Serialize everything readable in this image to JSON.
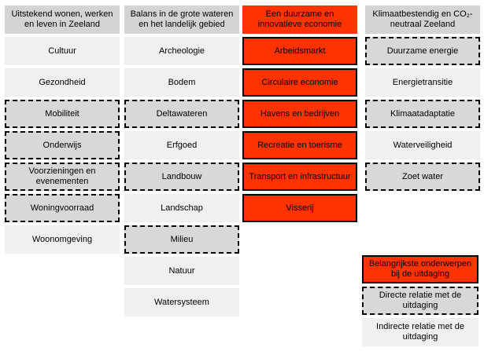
{
  "diagram": {
    "title": "Zeeland uitdagingen matrix",
    "colors": {
      "primary": "#ff3300",
      "header_gray": "#d4d4d4",
      "direct_gray": "#d8d8d8",
      "indirect_gray": "#f0f0f0",
      "border": "#000000",
      "background": "#ffffff"
    },
    "columns": [
      {
        "id": "wonen-werken-leven",
        "header": "Uitstekend wonen, werken en leven in Zeeland",
        "header_style": "header-gray",
        "items": [
          {
            "label": "Cultuur",
            "style": "indirect"
          },
          {
            "label": "Gezondheid",
            "style": "indirect"
          },
          {
            "label": "Mobiliteit",
            "style": "direct"
          },
          {
            "label": "Onderwijs",
            "style": "direct"
          },
          {
            "label": "Voorzieningen en evenementen",
            "style": "direct"
          },
          {
            "label": "Woningvoorraad",
            "style": "direct"
          },
          {
            "label": "Woonomgeving",
            "style": "indirect"
          }
        ]
      },
      {
        "id": "balans-grote-wateren",
        "header": "Balans in de grote wateren en het landelijk gebied",
        "header_style": "header-gray",
        "items": [
          {
            "label": "Archeologie",
            "style": "indirect"
          },
          {
            "label": "Bodem",
            "style": "indirect"
          },
          {
            "label": "Deltawateren",
            "style": "direct"
          },
          {
            "label": "Erfgoed",
            "style": "indirect"
          },
          {
            "label": "Landbouw",
            "style": "direct"
          },
          {
            "label": "Landschap",
            "style": "indirect"
          },
          {
            "label": "Milieu",
            "style": "direct"
          },
          {
            "label": "Natuur",
            "style": "indirect"
          },
          {
            "label": "Watersysteem",
            "style": "indirect"
          }
        ]
      },
      {
        "id": "duurzame-innovatieve-economie",
        "header": "Een duurzame en innovatieve economie",
        "header_style": "header-primary",
        "items": [
          {
            "label": "Arbeidsmarkt",
            "style": "primary"
          },
          {
            "label": "Circulaire economie",
            "style": "primary"
          },
          {
            "label": "Havens en bedrijven",
            "style": "primary"
          },
          {
            "label": "Recreatie en toerisme",
            "style": "primary"
          },
          {
            "label": "Transport en infrastructuur",
            "style": "primary"
          },
          {
            "label": "Visserij",
            "style": "primary"
          }
        ]
      },
      {
        "id": "klimaatbestendig-co2-neutraal",
        "header": "Klimaatbestendig en CO₂-neutraal Zeeland",
        "header_style": "header-gray",
        "items": [
          {
            "label": "Duurzame energie",
            "style": "direct"
          },
          {
            "label": "Energietransitie",
            "style": "indirect"
          },
          {
            "label": "Klimaatadaptatie",
            "style": "direct"
          },
          {
            "label": "Waterveiligheid",
            "style": "indirect"
          },
          {
            "label": "Zoet water",
            "style": "direct"
          }
        ]
      }
    ]
  },
  "legend": {
    "items": [
      {
        "label": "Belangrijkste onderwerpen bij de uitdaging",
        "style": "primary"
      },
      {
        "label": "Directe relatie met de uitdaging",
        "style": "direct"
      },
      {
        "label": "Indirecte relatie met de uitdaging",
        "style": "indirect"
      }
    ]
  }
}
